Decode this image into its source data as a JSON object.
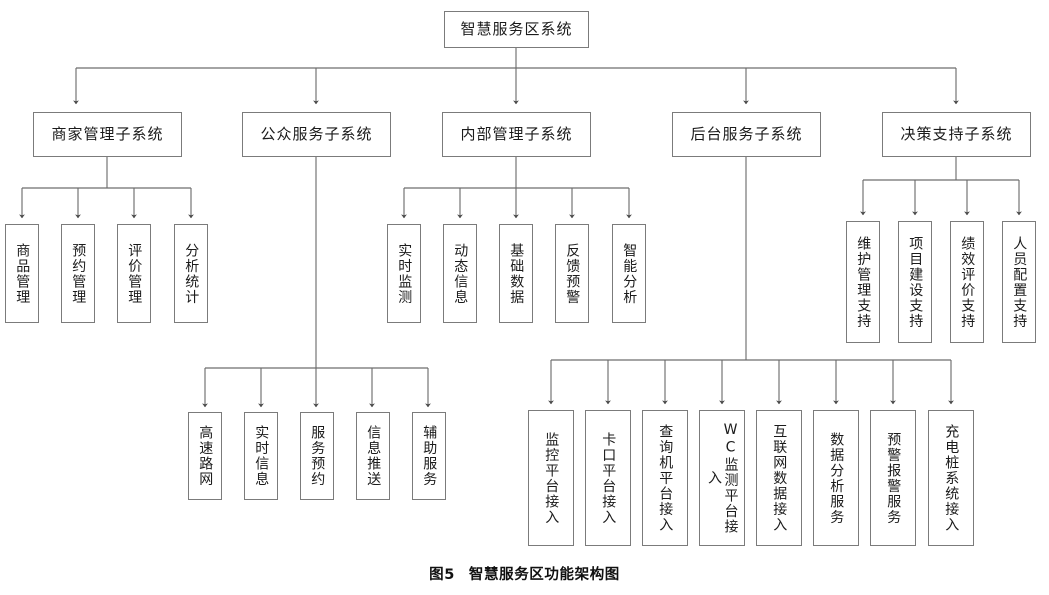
{
  "figure": {
    "caption_number": "图5",
    "caption_title": "智慧服务区功能架构图",
    "type": "hierarchy-diagram",
    "background": "#ffffff",
    "border_color": "#7b7b7b",
    "text_color": "#1b1b1b"
  },
  "root": {
    "label": "智慧服务区系统"
  },
  "level2": [
    {
      "label": "商家管理子系统"
    },
    {
      "label": "公众服务子系统"
    },
    {
      "label": "内部管理子系统"
    },
    {
      "label": "后台服务子系统"
    },
    {
      "label": "决策支持子系统"
    }
  ],
  "merchant_children": [
    {
      "label": "商品管理"
    },
    {
      "label": "预约管理"
    },
    {
      "label": "评价管理"
    },
    {
      "label": "分析统计"
    }
  ],
  "internal_children": [
    {
      "label": "实时监测"
    },
    {
      "label": "动态信息"
    },
    {
      "label": "基础数据"
    },
    {
      "label": "反馈预警"
    },
    {
      "label": "智能分析"
    }
  ],
  "decision_children": [
    {
      "label": "维护管理支持"
    },
    {
      "label": "项目建设支持"
    },
    {
      "label": "绩效评价支持"
    },
    {
      "label": "人员配置支持"
    }
  ],
  "public_children": [
    {
      "label": "高速路网"
    },
    {
      "label": "实时信息"
    },
    {
      "label": "服务预约"
    },
    {
      "label": "信息推送"
    },
    {
      "label": "辅助服务"
    }
  ],
  "backend_children": [
    {
      "label": "监控平台接入"
    },
    {
      "label": "卡口平台接入"
    },
    {
      "label": "查询机平台接入"
    },
    {
      "label": "WC监测平台接入"
    },
    {
      "label": "互联网数据接入"
    },
    {
      "label": "数据分析服务"
    },
    {
      "label": "预警报警服务"
    },
    {
      "label": "充电桩系统接入"
    }
  ]
}
